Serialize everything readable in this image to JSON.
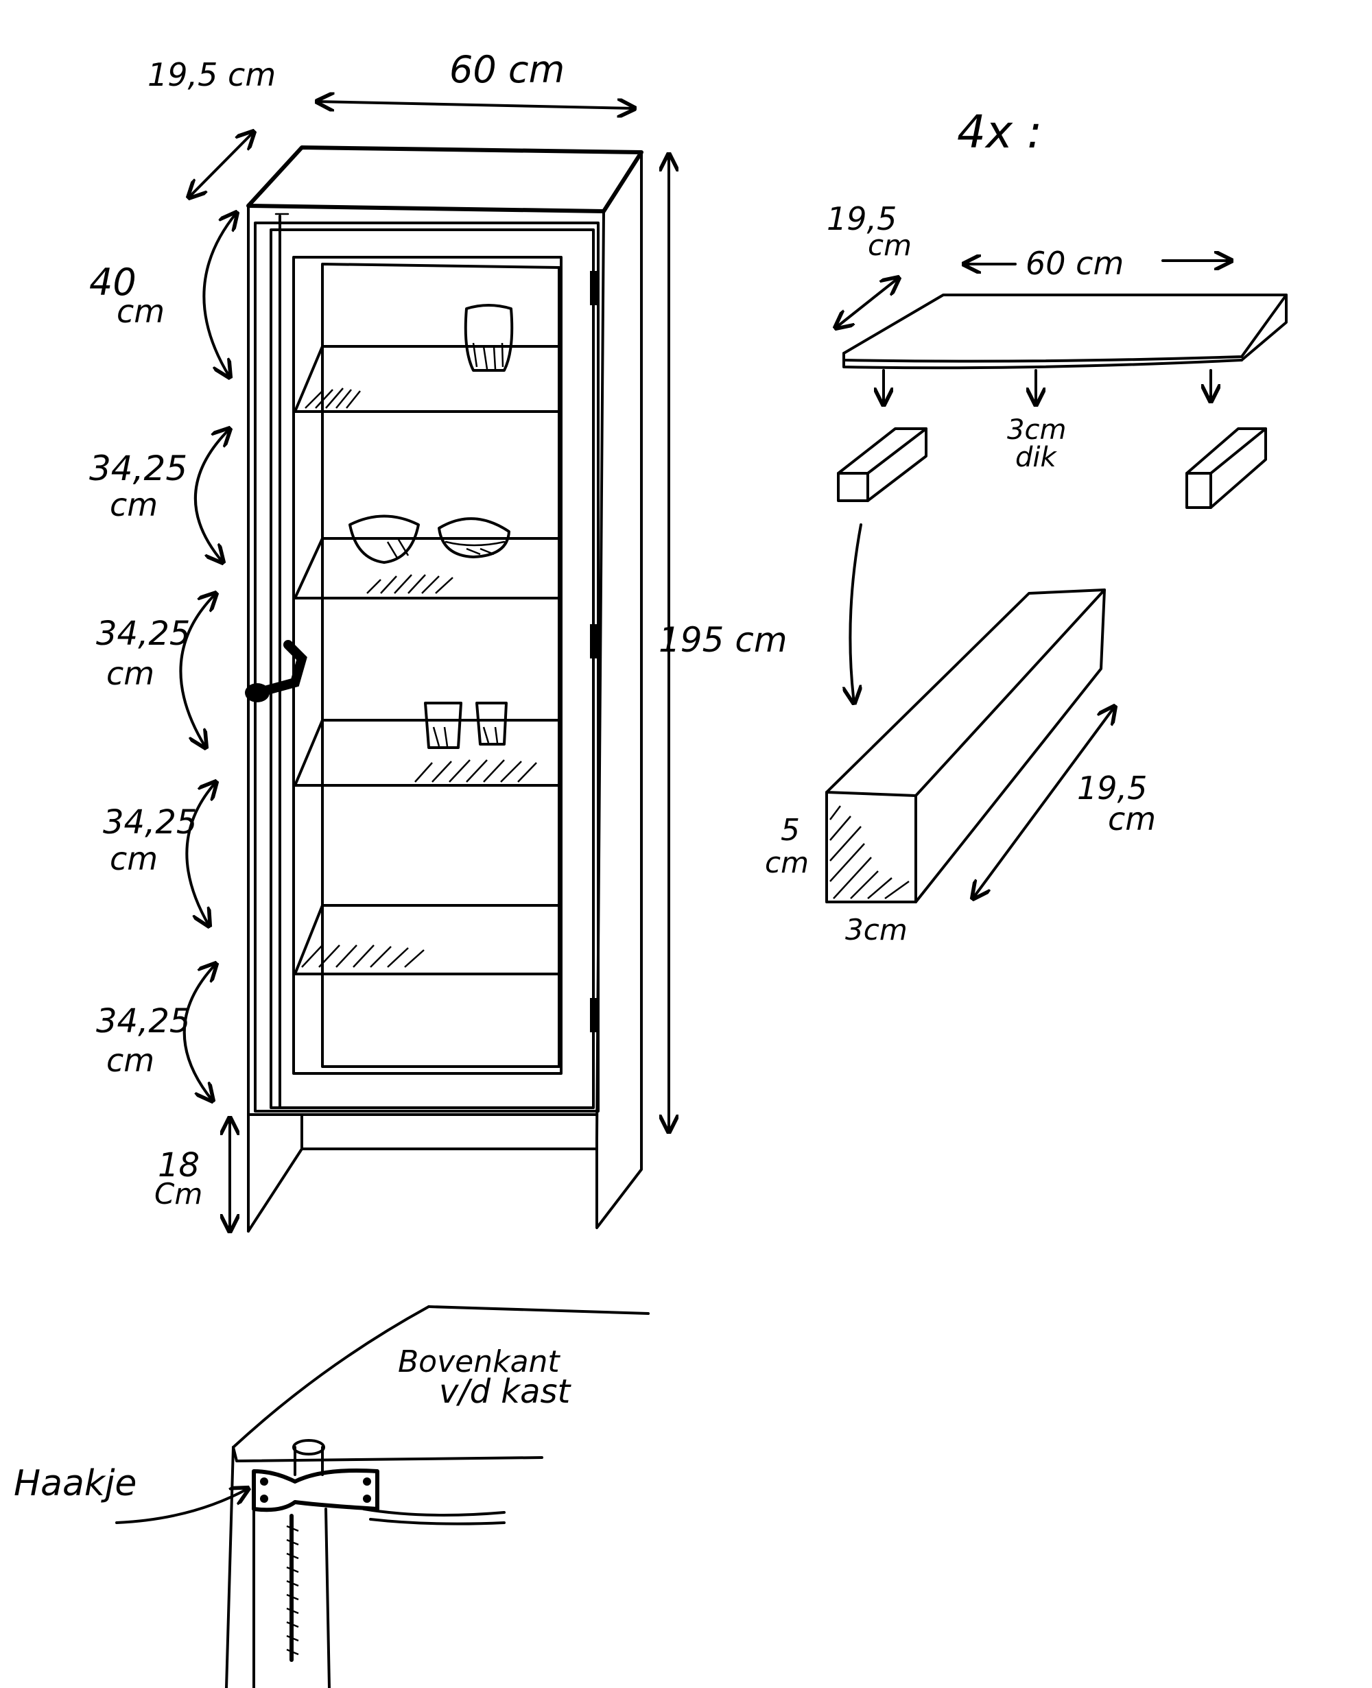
{
  "cabinet": {
    "depth_label": "19,5 cm",
    "width_label": "60 cm",
    "height_label": "195 cm",
    "compartments": [
      {
        "value": "40",
        "unit": "cm"
      },
      {
        "value": "34,25",
        "unit": "cm"
      },
      {
        "value": "34,25",
        "unit": "cm"
      },
      {
        "value": "34,25",
        "unit": "cm"
      },
      {
        "value": "34,25",
        "unit": "cm"
      }
    ],
    "plinth": {
      "value": "18",
      "unit": "Cm"
    }
  },
  "parts": {
    "count_label": "4x :",
    "shelf_depth": {
      "value": "19,5",
      "unit": "cm"
    },
    "shelf_width": "60 cm",
    "shelf_thickness": {
      "value": "3cm",
      "unit": "dik"
    },
    "support_height": {
      "value": "5",
      "unit": "cm"
    },
    "support_width": "3cm",
    "support_length": {
      "value": "19,5",
      "unit": "cm"
    }
  },
  "detail": {
    "top_label_line1": "Bovenkant",
    "top_label_line2": "v/d kast",
    "hook_label": "Haakje"
  }
}
